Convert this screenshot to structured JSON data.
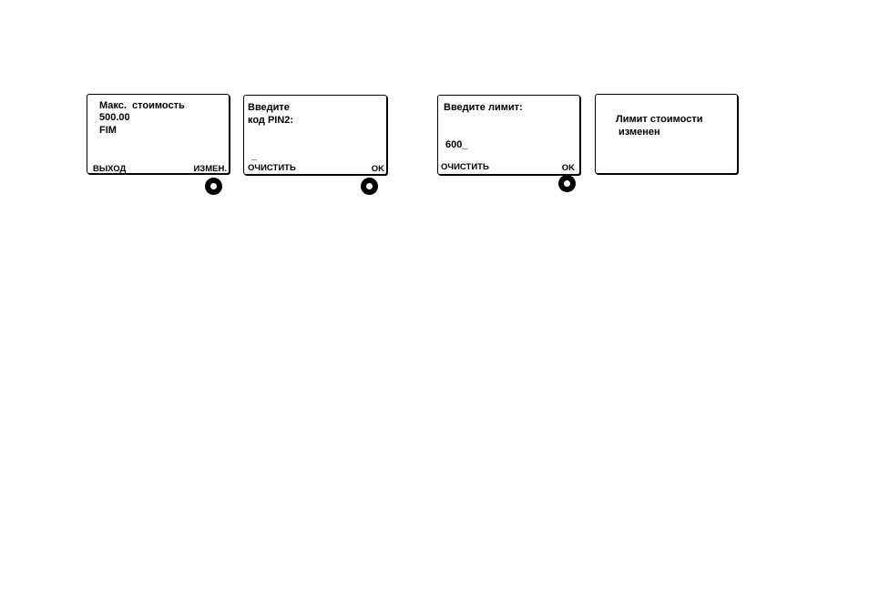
{
  "screens": [
    {
      "lines": [
        "Макс.  стоимость",
        "500.00",
        "FIM"
      ],
      "left_softkey": "ВЫХОД",
      "right_softkey": "ИЗМЕН."
    },
    {
      "lines": [
        "Введите",
        "код PIN2:"
      ],
      "input_value": "_",
      "left_softkey": "ОЧИСТИТЬ",
      "right_softkey": "OK"
    },
    {
      "lines": [
        "Введите лимит:"
      ],
      "input_value": "600_",
      "left_softkey": "ОЧИСТИТЬ",
      "right_softkey": "OK"
    },
    {
      "lines": [
        "Лимит стоимости",
        " изменен"
      ]
    }
  ],
  "colors": {
    "frame": "#000000",
    "background": "#ffffff"
  },
  "icons": {
    "selection_key": "round-selection-key-icon"
  }
}
